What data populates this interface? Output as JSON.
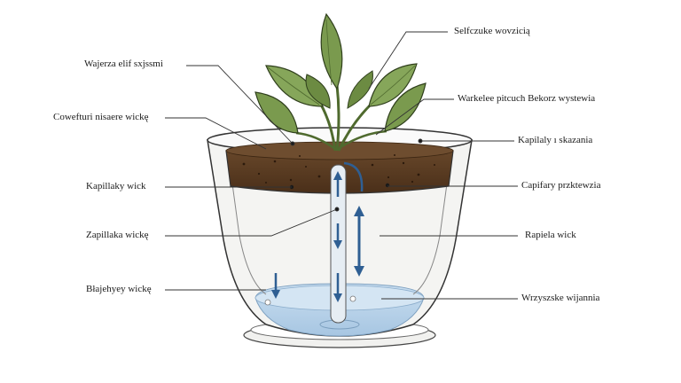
{
  "labels": {
    "top_right": "Selfczuke wovzicią",
    "left_1": "Wajerza elif sxjssmi",
    "left_2": "Cowefturi nisaere wickę",
    "left_3": "Kapillaky wick",
    "left_4": "Zapillaka wickę",
    "left_5": "Błajehyey wickę",
    "right_1": "Warkelee pitcuch Bekorz wystewia",
    "right_2": "Kapilaly ı skazania",
    "right_3": "Capifary przktewzia",
    "right_4": "Rapiela wick",
    "right_5": "Wrzyszske wijannia"
  },
  "colors": {
    "leaf": "#7a9a4e",
    "leaf_dark": "#4f6a2e",
    "soil": "#5a3b22",
    "water": "#b8d4ea",
    "arrow": "#2f5f93",
    "outline": "#333333"
  },
  "icons": [
    "up-arrow-icon",
    "down-arrow-icon",
    "double-arrow-icon",
    "curved-arrow-icon"
  ]
}
